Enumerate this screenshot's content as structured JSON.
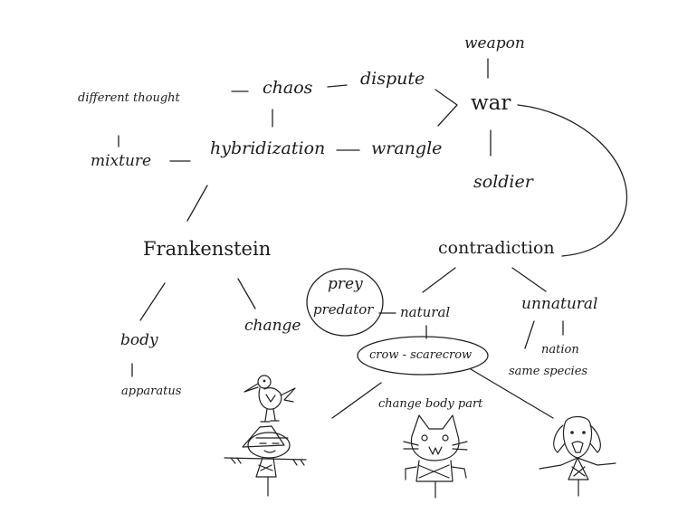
{
  "nodes": {
    "weapon": "weapon",
    "war": "war",
    "soldier": "soldier",
    "different_thought": "different thought",
    "chaos": "chaos",
    "dispute": "dispute",
    "mixture": "mixture",
    "hybridization": "hybridization",
    "wrangle": "wrangle",
    "frankenstein": "Frankenstein",
    "contradiction": "contradiction",
    "prey": "prey",
    "predator": "predator",
    "natural": "natural",
    "unnatural": "unnatural",
    "crow_scarecrow": "crow - scarecrow",
    "nation": "nation",
    "same_species": "same species",
    "body": "body",
    "apparatus": "apparatus",
    "change": "change",
    "change_body_part": "change body part"
  }
}
